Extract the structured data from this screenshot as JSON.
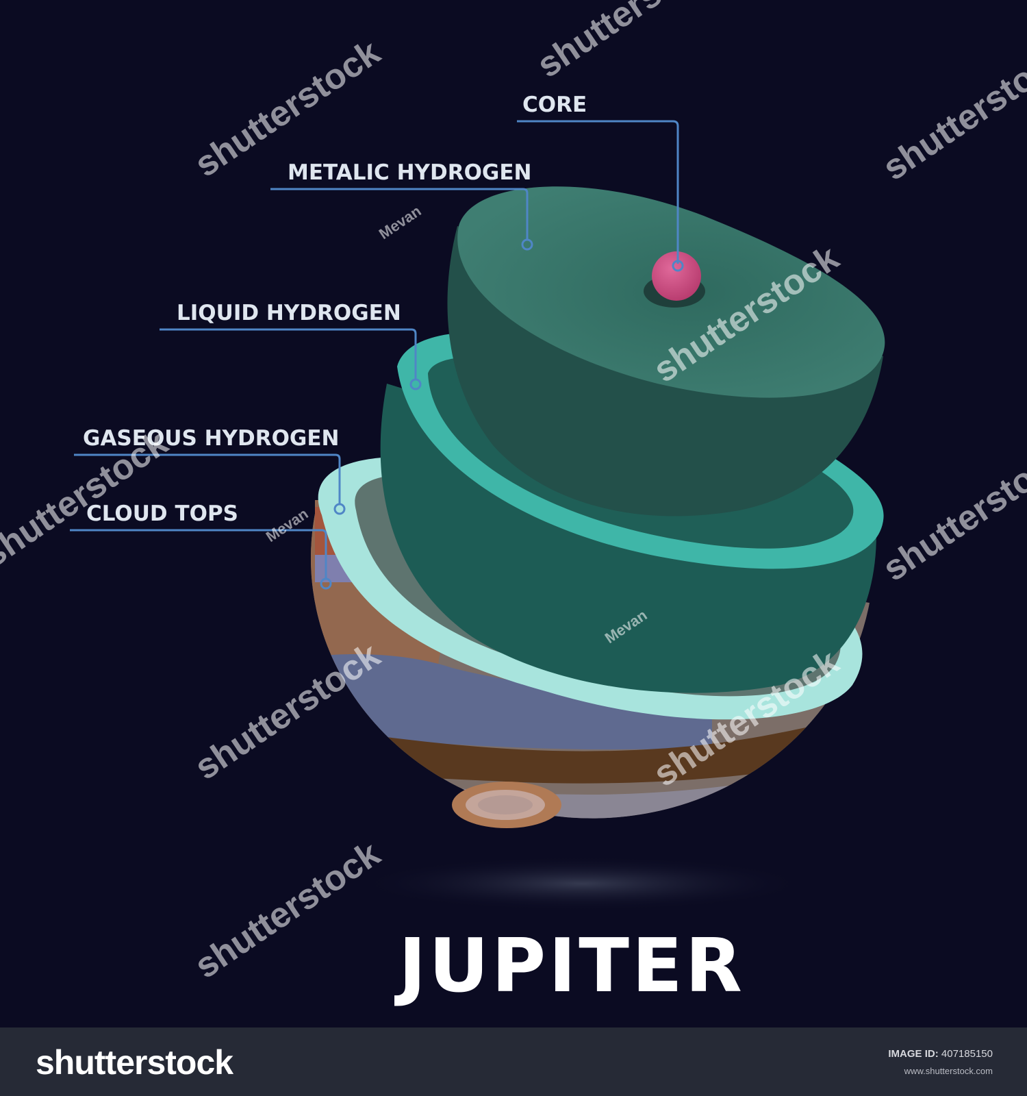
{
  "title": "JUPITER",
  "labels": {
    "core": "CORE",
    "metallic": "METALIC HYDROGEN",
    "liquid": "LIQUID HYDROGEN",
    "gaseous": "GASEOUS HYDROGEN",
    "cloud": "CLOUD TOPS"
  },
  "watermark": {
    "brand": "shutterstock",
    "author": "Mevan"
  },
  "footer": {
    "logo": "shutterstock",
    "image_id_label": "IMAGE ID:",
    "image_id_value": "407185150",
    "url": "www.shutterstock.com"
  },
  "colors": {
    "background": "#0b0b22",
    "leader_line": "#4f86c6",
    "core": "#d04a7e",
    "metallic_face": "#3a7a6e",
    "liquid_rim": "#3fb6a8",
    "gaseous_rim": "#a8e4dd",
    "footer": "#262a36"
  }
}
